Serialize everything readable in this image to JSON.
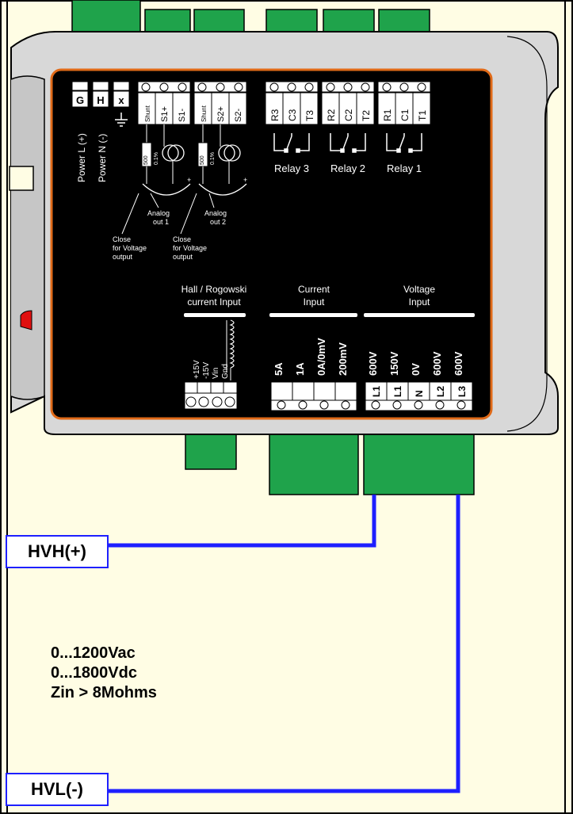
{
  "colors": {
    "background": "#FFFDE4",
    "housing": "#D8D8D8",
    "face": "#000000",
    "face_border": "#E06A18",
    "connector": "#1FA34B",
    "wire": "#1E20FF",
    "latch": "#E01010"
  },
  "power": {
    "terminals": [
      "G",
      "H",
      "x"
    ],
    "labels": [
      "Power L (+)",
      "Power N (-)"
    ]
  },
  "analog": {
    "terminals_1": [
      "Shunt",
      "S1+",
      "S1-"
    ],
    "terminals_2": [
      "Shunt",
      "S2+",
      "S2-"
    ],
    "resistor_1": [
      "500",
      "0.1%"
    ],
    "resistor_2": [
      "500",
      "0.1%"
    ],
    "out1": [
      "Analog",
      "out 1"
    ],
    "out2": [
      "Analog",
      "out 2"
    ],
    "close_note_1": [
      "Close",
      "for Voltage",
      "output"
    ],
    "close_note_2": [
      "Close",
      "for Voltage",
      "output"
    ]
  },
  "relays": {
    "relay3": {
      "terminals": [
        "R3",
        "C3",
        "T3"
      ],
      "label": "Relay 3"
    },
    "relay2": {
      "terminals": [
        "R2",
        "C2",
        "T2"
      ],
      "label": "Relay 2"
    },
    "relay1": {
      "terminals": [
        "R1",
        "C1",
        "T1"
      ],
      "label": "Relay 1"
    }
  },
  "hall": {
    "title": [
      "Hall / Rogowski",
      "current Input"
    ],
    "pins": [
      "+15V",
      "-15V",
      "Vin",
      "Gnd"
    ]
  },
  "current_input": {
    "title": [
      "Current",
      "Input"
    ],
    "ranges": [
      "5A",
      "1A",
      "0A/0mV",
      "200mV"
    ]
  },
  "voltage_input": {
    "title": [
      "Voltage",
      "Input"
    ],
    "ranges": [
      "600V",
      "150V",
      "0V",
      "600V",
      "600V"
    ],
    "terminals": [
      "L1",
      "L1",
      "N",
      "L2",
      "L3"
    ]
  },
  "wiring": {
    "high_label": "HVH(+)",
    "low_label": "HVL(-)",
    "specs": [
      "0...1200Vac",
      "0...1800Vdc",
      "Zin > 8Mohms"
    ]
  }
}
